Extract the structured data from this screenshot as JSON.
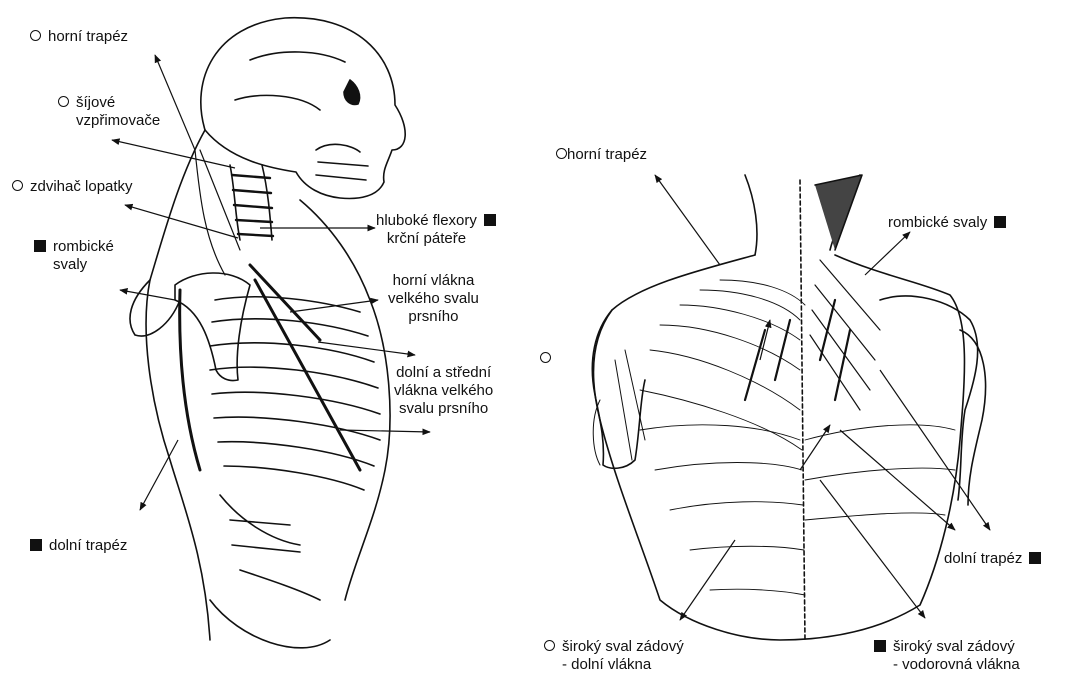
{
  "legend": {
    "open_marker": "open-circle-icon",
    "filled_marker": "filled-square-icon"
  },
  "left_figure": {
    "labels": {
      "horni_trapez": "horní trapéz",
      "sijove": "šíjové\nvzpřimovače",
      "zdvihac": "zdvihač lopatky",
      "rombicke": "rombické\nsvaly",
      "hluboke": "hluboké flexory\nkrční páteře",
      "horni_vlakna": "horní vlákna\nvelkého svalu\nprsního",
      "dolni_stredni": "dolní a střední\nvlákna velkého\nsvalu prsního",
      "dolni_trapez": "dolní trapéz"
    }
  },
  "right_figure": {
    "labels": {
      "horni_trapez": "horní trapéz",
      "rombicke": "rombické svaly",
      "dolni_trapez": "dolní trapéz",
      "siroky_dolni": "široký sval zádový\n- dolní vlákna",
      "siroky_vodorovna": "široký sval zádový\n- vodorovná vlákna"
    }
  },
  "colors": {
    "ink": "#111111",
    "paper": "#ffffff"
  }
}
